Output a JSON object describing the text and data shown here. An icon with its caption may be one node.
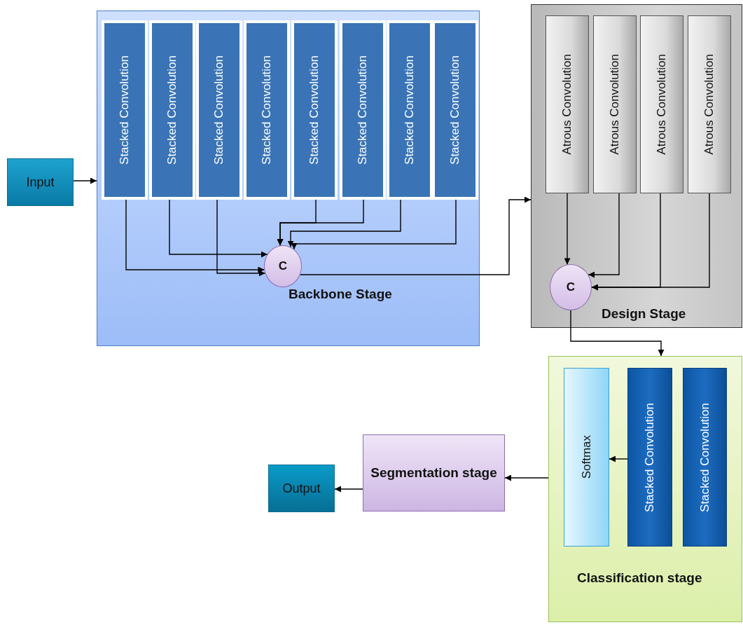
{
  "diagram": {
    "nodes": [
      {
        "text": [
          "Input"
        ]
      },
      {
        "text": [
          "Backbone Stage"
        ]
      },
      {
        "text": [
          "Stacked Convolution"
        ],
        "in": 1
      },
      {
        "text": [
          "Stacked Convolution"
        ],
        "in": 1
      },
      {
        "text": [
          "Stacked Convolution"
        ],
        "in": 1
      },
      {
        "text": [
          "Stacked Convolution"
        ],
        "in": 1
      },
      {
        "text": [
          "Stacked Convolution"
        ],
        "in": 1
      },
      {
        "text": [
          "Stacked Convolution"
        ],
        "in": 1
      },
      {
        "text": [
          "Stacked Convolution"
        ],
        "in": 1
      },
      {
        "text": [
          "Stacked Convolution"
        ],
        "in": 1
      },
      {
        "text": [
          "C"
        ],
        "in": 1
      },
      {
        "text": [
          "Design Stage"
        ]
      },
      {
        "text": [
          "Atrous Convolution"
        ],
        "in": 11
      },
      {
        "text": [
          "Atrous Convolution"
        ],
        "in": 11
      },
      {
        "text": [
          "Atrous Convolution"
        ],
        "in": 11
      },
      {
        "text": [
          "Atrous Convolution"
        ],
        "in": 11
      },
      {
        "text": [
          "C"
        ],
        "in": 11
      },
      {
        "text": [
          "Classification stage"
        ]
      },
      {
        "text": [
          "Softmax"
        ],
        "in": 17
      },
      {
        "text": [
          "Stacked Convolution"
        ],
        "in": 17
      },
      {
        "text": [
          "Stacked Convolution"
        ],
        "in": 17
      },
      {
        "text": [
          "Segmentation stage"
        ]
      },
      {
        "text": [
          "Output"
        ]
      }
    ],
    "edges": [
      {
        "from": 0,
        "to": 1,
        "arrow": "to"
      },
      {
        "from": 2,
        "to": 10,
        "arrow": "to"
      },
      {
        "from": 3,
        "to": 10,
        "arrow": "to"
      },
      {
        "from": 4,
        "to": 10,
        "arrow": "to"
      },
      {
        "from": 6,
        "to": 10,
        "arrow": "to"
      },
      {
        "from": 7,
        "to": 10,
        "arrow": "to"
      },
      {
        "from": 8,
        "to": 10,
        "arrow": "to"
      },
      {
        "from": 9,
        "to": 10,
        "arrow": "to"
      },
      {
        "from": 10,
        "to": 11,
        "arrow": "to"
      },
      {
        "from": 12,
        "to": 16,
        "arrow": "to"
      },
      {
        "from": 13,
        "to": 16,
        "arrow": "to"
      },
      {
        "from": 14,
        "to": 16,
        "arrow": "to"
      },
      {
        "from": 15,
        "to": 16,
        "arrow": "to"
      },
      {
        "from": 16,
        "to": 17,
        "arrow": "to"
      },
      {
        "from": 19,
        "to": 18,
        "arrow": "to"
      },
      {
        "from": 17,
        "to": 21,
        "arrow": "to"
      },
      {
        "from": 21,
        "to": 22,
        "arrow": "to"
      }
    ]
  }
}
